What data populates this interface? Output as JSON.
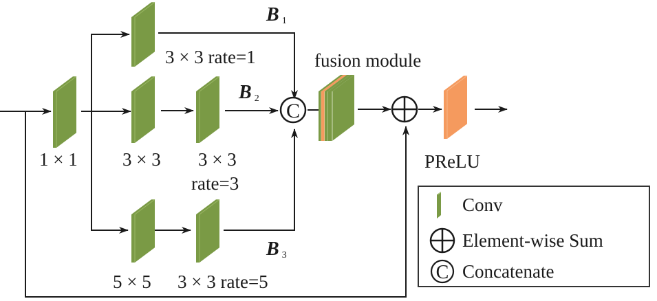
{
  "diagram": {
    "colors": {
      "conv": "#7a9a45",
      "conv_light": "#9bb865",
      "prelu": "#f59a5e",
      "prelu_light": "#f8b88a",
      "line": "#1a1a1a"
    },
    "blocks": {
      "input_conv": {
        "label": "1 × 1",
        "kind": "conv"
      },
      "b1_conv": {
        "label": "3 × 3 rate=1",
        "kind": "conv"
      },
      "b2_conv1": {
        "label": "3 × 3",
        "kind": "conv"
      },
      "b2_conv2": {
        "label_line1": "3 × 3",
        "label_line2": "rate=3",
        "kind": "conv"
      },
      "b3_conv1": {
        "label": "5 × 5",
        "kind": "conv"
      },
      "b3_conv2": {
        "label": "3 × 3 rate=5",
        "kind": "conv"
      },
      "fusion": {
        "label": "fusion module",
        "kind": "fusion"
      },
      "prelu": {
        "label": "PReLU",
        "kind": "prelu"
      }
    },
    "branches": [
      {
        "name": "B",
        "sub": "1"
      },
      {
        "name": "B",
        "sub": "2"
      },
      {
        "name": "B",
        "sub": "3"
      }
    ],
    "operators": {
      "concat_symbol": "C",
      "sum_symbol": "+"
    }
  },
  "legend": {
    "items": [
      {
        "icon": "conv-block-icon",
        "label": "Conv"
      },
      {
        "icon": "circle-plus-icon",
        "label": "Element-wise Sum"
      },
      {
        "icon": "circle-c-icon",
        "label": "Concatenate"
      }
    ]
  }
}
